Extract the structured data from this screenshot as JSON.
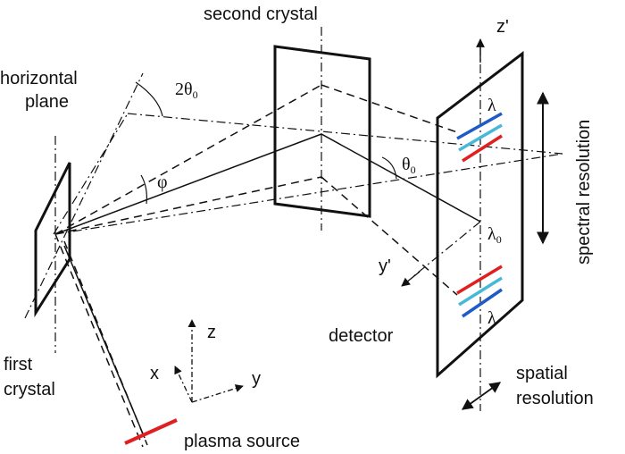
{
  "labels": {
    "second_crystal": "second crystal",
    "horizontal_plane_line1": "horizontal",
    "horizontal_plane_line2": "plane",
    "first_crystal_line1": "first",
    "first_crystal_line2": "crystal",
    "plasma_source": "plasma source",
    "detector": "detector",
    "spectral_resolution": "spectral resolution",
    "spatial_resolution_line1": "spatial",
    "spatial_resolution_line2": "resolution"
  },
  "symbols": {
    "two_theta": "2θ",
    "two_theta_sub": "0",
    "theta": "θ",
    "theta_sub": "0",
    "phi": "φ",
    "lambda_top": "λ",
    "lambda_bottom": "λ",
    "lambda_zero": "λ",
    "lambda_zero_sub": "0",
    "z_prime": "z'",
    "y_prime": "y'",
    "axis_x": "x",
    "axis_y": "y",
    "axis_z": "z"
  },
  "colors": {
    "ink": "#111111",
    "source": "#e02020",
    "line_red": "#e02020",
    "line_blue": "#1e5bc6",
    "line_cyan": "#48b8d8"
  }
}
